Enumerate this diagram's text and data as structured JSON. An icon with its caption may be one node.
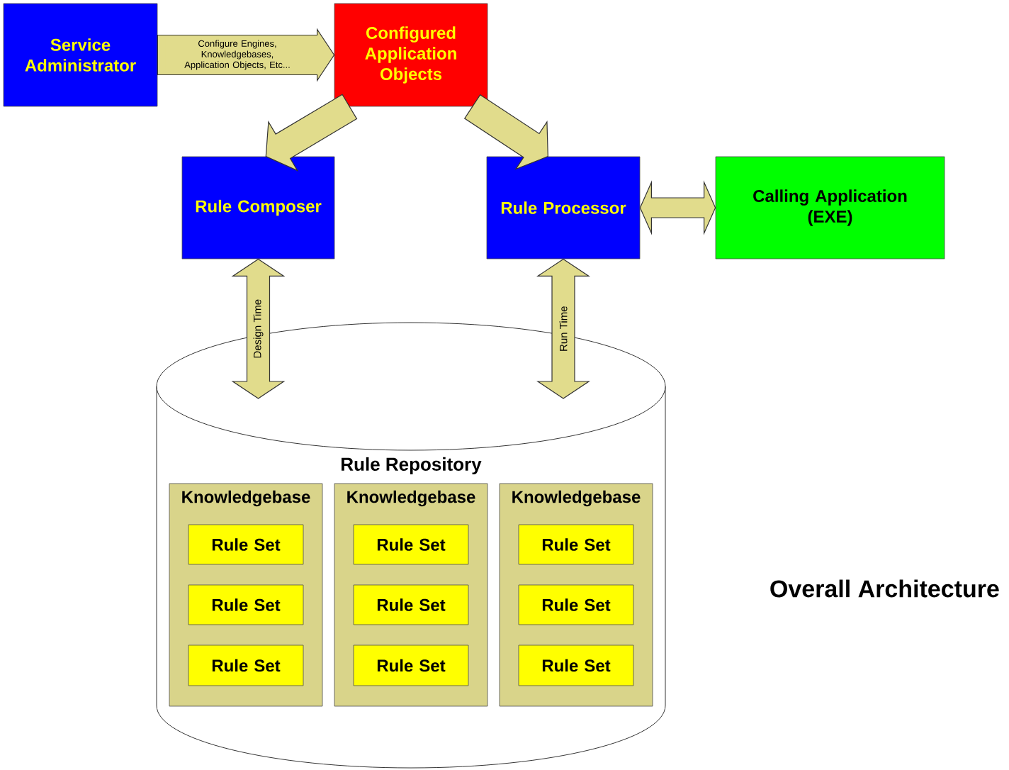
{
  "diagram": {
    "title": "Overall Architecture",
    "nodes": [
      {
        "text": [
          "Service Administrator"
        ]
      },
      {
        "text": [
          "Configured Application Objects"
        ]
      },
      {
        "text": [
          "Rule Composer"
        ]
      },
      {
        "text": [
          "Rule Processor"
        ]
      },
      {
        "text": [
          "Calling Application",
          "(EXE)"
        ]
      },
      {
        "text": [
          "Rule Repository"
        ]
      },
      {
        "text": [
          "Knowledgebase"
        ],
        "in": 5
      },
      {
        "text": [
          "Knowledgebase"
        ],
        "in": 5
      },
      {
        "text": [
          "Knowledgebase"
        ],
        "in": 5
      },
      {
        "text": [
          "Rule Set"
        ],
        "in": 6
      },
      {
        "text": [
          "Rule Set"
        ],
        "in": 6
      },
      {
        "text": [
          "Rule Set"
        ],
        "in": 6
      },
      {
        "text": [
          "Rule Set"
        ],
        "in": 7
      },
      {
        "text": [
          "Rule Set"
        ],
        "in": 7
      },
      {
        "text": [
          "Rule Set"
        ],
        "in": 7
      },
      {
        "text": [
          "Rule Set"
        ],
        "in": 8
      },
      {
        "text": [
          "Rule Set"
        ],
        "in": 8
      },
      {
        "text": [
          "Rule Set"
        ],
        "in": 8
      }
    ],
    "edges": [
      {
        "from": 0,
        "to": 1,
        "arrow": "to",
        "label": "Configure Engines, Knowledgebases, Application Objects, Etc..."
      },
      {
        "from": 1,
        "to": 2,
        "arrow": "to"
      },
      {
        "from": 1,
        "to": 3,
        "arrow": "to"
      },
      {
        "from": 3,
        "to": 4,
        "arrow": "both"
      },
      {
        "from": 2,
        "to": 5,
        "arrow": "both",
        "label": "Design Time"
      },
      {
        "from": 3,
        "to": 5,
        "arrow": "both",
        "label": "Run Time"
      }
    ]
  }
}
